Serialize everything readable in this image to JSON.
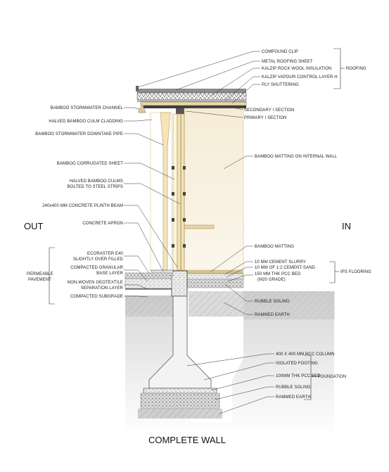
{
  "sides": {
    "out": "OUT",
    "in": "IN"
  },
  "caption": "COMPLETE WALL",
  "labels": {
    "compound_clip": "COMPOUND CLIP",
    "metal_roofing_sheet": "METAL ROOFING SHEET",
    "kalzip_rock_wool": "KALZIP ROCK WOOL INSULATION",
    "kalzip_vapour": "KALZIP VAPOUR CONTROL LAYER H",
    "ply_shuttering": "PLY SHUTTERING",
    "roofing": "ROOFING",
    "bamboo_stormwater_channel": "BAMBOO STORMWATER CHANNEL",
    "halved_bamboo_culm_cladding": "HALVED BAMBOO CULM CLADDING",
    "bamboo_downtake_pipe": "BAMBOO STORMWATER DOWNTAKE PIPE",
    "secondary_i_section": "SECONDARY I SECTION",
    "primary_i_section": "PRIMARY I SECTION",
    "bamboo_corrugated_sheet": "BAMBOO CORRUGATED SHEET",
    "halved_culms_line1": "HALVED BAMBOO CULMS",
    "halved_culms_line2": "BOLTED TO STEEL STRIPS",
    "bamboo_matting_internal": "BAMBOO MATTING ON INTERNAL WALL",
    "plinth_beam": "240x400 MM CONCRETE PLINTH BEAM",
    "concrete_apron": "CONCRETE APRON",
    "bamboo_matting": "BAMBOO MATTING",
    "ecoraster_line1": "ECORASTER  E40",
    "ecoraster_line2": "SLIGHTLY OVER FILLED",
    "compacted_granular_line1": "COMPACTED GRANULAR",
    "compacted_granular_line2": "BASE LAYER",
    "geotextile_line1": "NON-WOVEN GEOTEXTILE",
    "geotextile_line2": "SEPARATION LAYER",
    "compacted_subgrade": "COMPACTED SUBGRADE",
    "permeable_line1": "PERMEABLE",
    "permeable_line2": "PAVEMENT",
    "cement_slurry": "10 MM CEMENT SLURRY",
    "cement_sand": "10 MM OF 1:2 CEMENT-SAND",
    "pcc_bed_150_line1": "150 MM THK PCC BED",
    "pcc_bed_150_line2": "(M20 GRADE)",
    "ips_flooring": "IPS FLOORING",
    "rubble_soling_upper": "RUBBLE SOLING",
    "rammed_earth_upper": "RAMMED EARTH",
    "rcc_column": "400 X 400 MM RCC COLUMN",
    "isolated_footing": "ISOLATED FOOTING",
    "pcc_bed_100": "100MM THK PCC BED",
    "rubble_soling_lower": "RUBBLE SOLING",
    "rammed_earth_lower": "RAMMED EARTH",
    "foundation": "FOUNDATION"
  }
}
